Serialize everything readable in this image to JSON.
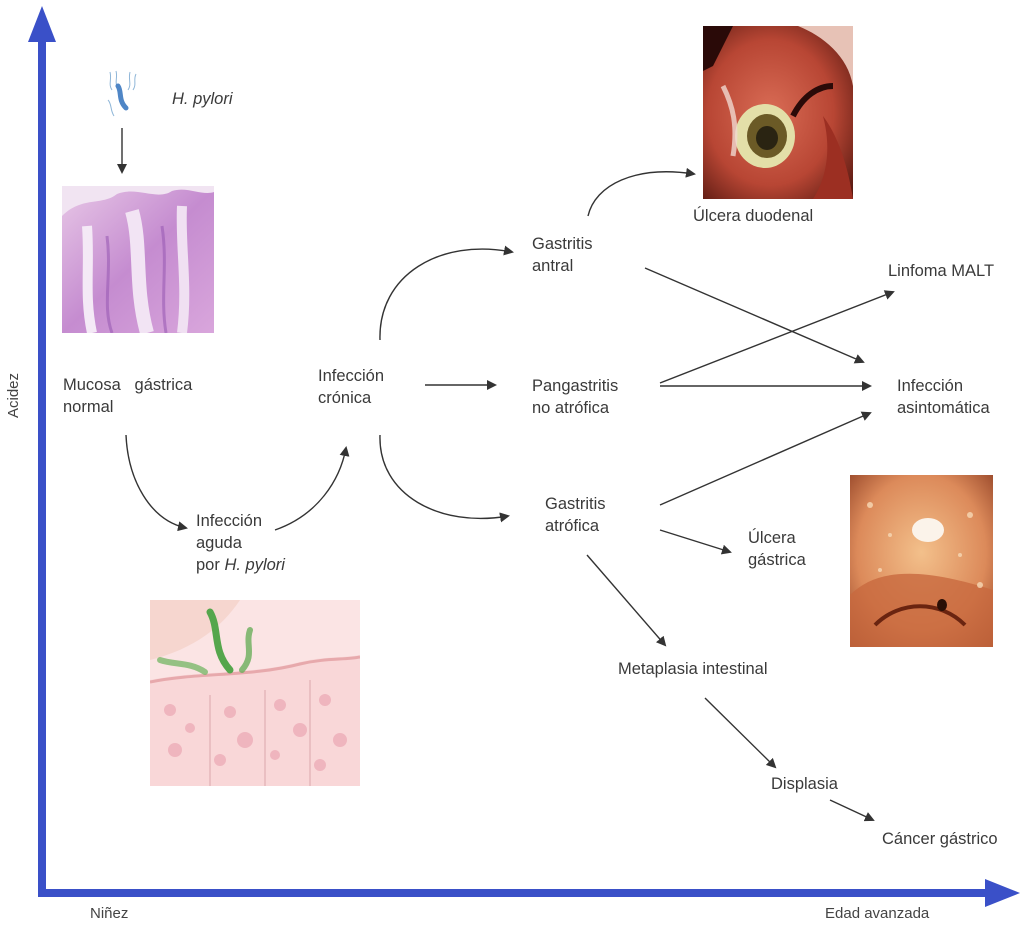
{
  "axes": {
    "y_label": "Acidez",
    "x_start_label": "Niñez",
    "x_end_label": "Edad avanzada",
    "axis_color": "#3a50c8"
  },
  "nodes": {
    "hpylori": "H. pylori",
    "mucosa_line1": "Mucosa   gástrica",
    "mucosa_line2": "normal",
    "aguda_line1": "Infección",
    "aguda_line2": "aguda",
    "aguda_line3_prefix": "por ",
    "aguda_line3_italic": "H. pylori",
    "cronica_line1": "Infección",
    "cronica_line2": "crónica",
    "antral_line1": "Gastritis",
    "antral_line2": "antral",
    "pangastritis_line1": "Pangastritis",
    "pangastritis_line2": "no atrófica",
    "atrofica_line1": "Gastritis",
    "atrofica_line2": "atrófica",
    "ulcera_duodenal": "Úlcera duodenal",
    "linfoma": "Linfoma MALT",
    "asintomatica_line1": "Infección",
    "asintomatica_line2": "asintomática",
    "ulcera_gastrica_line1": "Úlcera",
    "ulcera_gastrica_line2": "gástrica",
    "metaplasia": "Metaplasia intestinal",
    "displasia": "Displasia",
    "cancer": "Cáncer gástrico"
  },
  "images": {
    "bacteria": "bacteria-illustration",
    "mucosa_histology": "normal-gastric-mucosa-histology",
    "acute_infection": "acute-infection-illustration",
    "duodenal_ulcer": "duodenal-ulcer-endoscopy",
    "gastric_ulcer": "gastric-ulcer-endoscopy"
  }
}
